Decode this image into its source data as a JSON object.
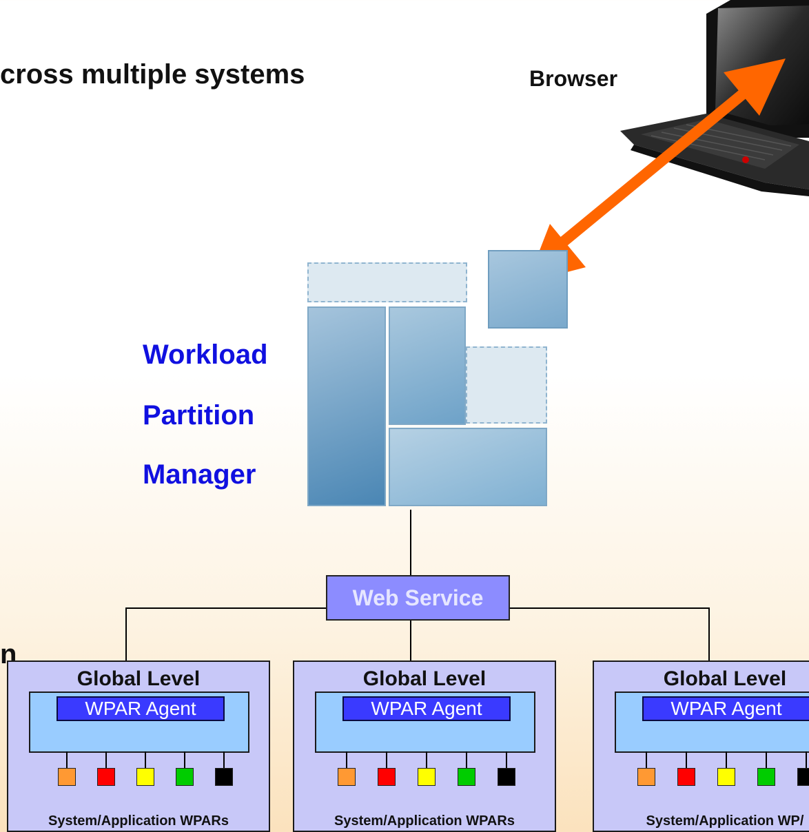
{
  "heading": "cross multiple systems",
  "browser_label": "Browser",
  "left_fragment": "n",
  "manager_title": [
    "Workload",
    "Partition",
    "Manager"
  ],
  "web_service": "Web Service",
  "systems": [
    {
      "title": "Global Level",
      "agent": "WPAR Agent",
      "footer": "System/Application WPARs"
    },
    {
      "title": "Global Level",
      "agent": "WPAR Agent",
      "footer": "System/Application WPARs"
    },
    {
      "title": "Global Level",
      "agent": "WPAR Agent",
      "footer": "System/Application WP/"
    }
  ],
  "wpar_colors": [
    "#ff9933",
    "#ff0000",
    "#ffff00",
    "#00cc00",
    "#000000"
  ],
  "colors": {
    "arrow": "#ff6600",
    "manager_text": "#1010e0",
    "web_service": "#8c8cff"
  }
}
